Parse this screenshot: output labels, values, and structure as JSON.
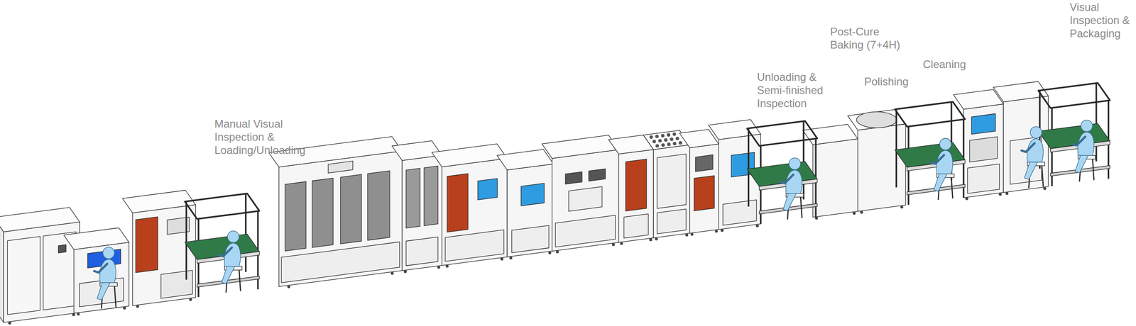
{
  "diagram": {
    "labels": [
      "Manual Visual Inspection & Loading/Unloading",
      "Unloading & Semi-finished Inspection",
      "Post-Cure Baking (7+4H)",
      "Polishing",
      "Cleaning",
      "Visual Inspection & Packaging"
    ]
  }
}
